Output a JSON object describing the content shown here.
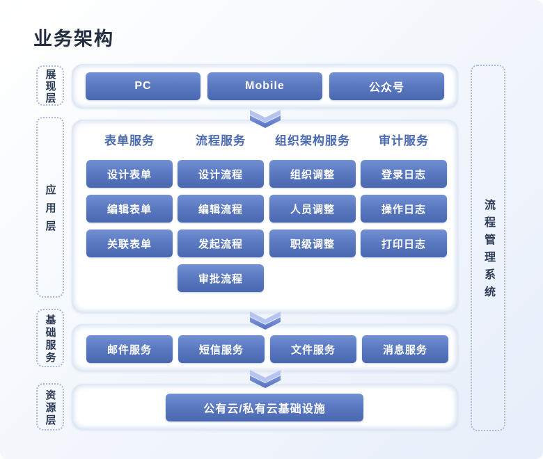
{
  "title": "业务架构",
  "colors": {
    "block_gradient_top": "#7390d3",
    "block_gradient_bottom": "#4a68b0",
    "column_header_text": "#4a6ab2",
    "dotted_border": "#a3b9e0",
    "title_text": "#222d3f",
    "background_edge": "#e7eefa",
    "arrow_light": "#b7c4f1",
    "arrow_dark": "#5470c0"
  },
  "system_label": "流程管理系统",
  "layers": {
    "presentation": {
      "side_label": "展现层",
      "items": [
        "PC",
        "Mobile",
        "公众号"
      ]
    },
    "application": {
      "side_label": "应用层",
      "columns": [
        {
          "header": "表单服务",
          "items": [
            "设计表单",
            "编辑表单",
            "关联表单"
          ]
        },
        {
          "header": "流程服务",
          "items": [
            "设计流程",
            "编辑流程",
            "发起流程",
            "审批流程"
          ]
        },
        {
          "header": "组织架构服务",
          "items": [
            "组织调整",
            "人员调整",
            "职级调整"
          ]
        },
        {
          "header": "审计服务",
          "items": [
            "登录日志",
            "操作日志",
            "打印日志"
          ]
        }
      ]
    },
    "basic": {
      "side_label": "基础服务",
      "items": [
        "邮件服务",
        "短信服务",
        "文件服务",
        "消息服务"
      ]
    },
    "resource": {
      "side_label": "资源层",
      "items": [
        "公有云/私有云基础设施"
      ]
    }
  }
}
